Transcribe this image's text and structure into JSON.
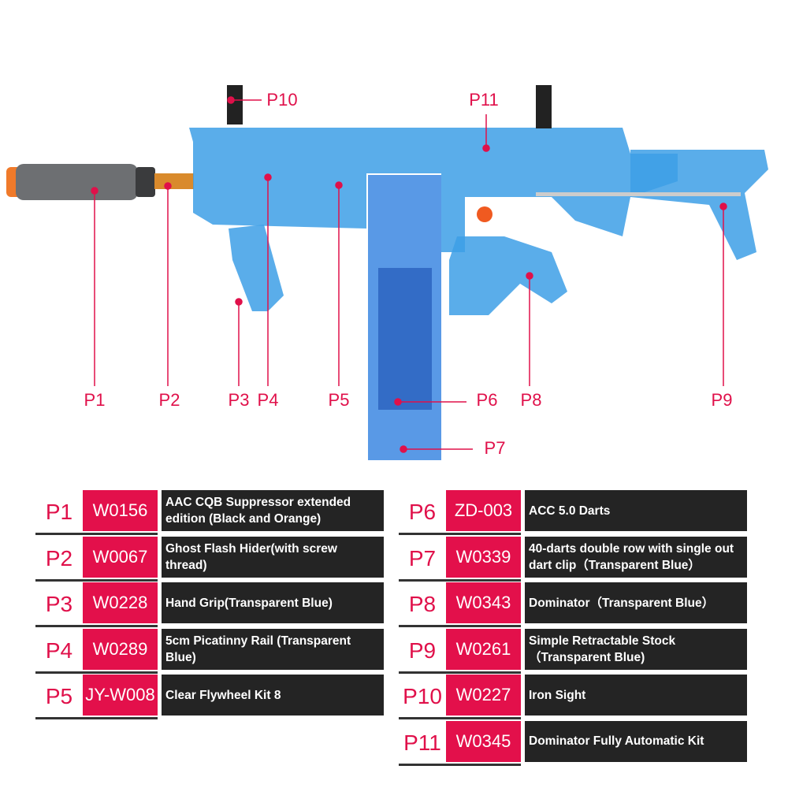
{
  "callouts": {
    "p1": "P1",
    "p2": "P2",
    "p3": "P3",
    "p4": "P4",
    "p5": "P5",
    "p6": "P6",
    "p7": "P7",
    "p8": "P8",
    "p9": "P9",
    "p10": "P10",
    "p11": "P11"
  },
  "colors": {
    "accent": "#e3104b",
    "dark": "#242424",
    "body": "#3d9fe6"
  },
  "parts": [
    {
      "p": "P1",
      "code": "W0156",
      "desc": "AAC CQB Suppressor extended edition (Black and Orange)"
    },
    {
      "p": "P2",
      "code": "W0067",
      "desc": "Ghost Flash Hider(with screw thread)"
    },
    {
      "p": "P3",
      "code": "W0228",
      "desc": "Hand Grip(Transparent Blue)"
    },
    {
      "p": "P4",
      "code": "W0289",
      "desc": "5cm Picatinny Rail (Transparent Blue)"
    },
    {
      "p": "P5",
      "code": "JY-W008",
      "desc": "Clear Flywheel Kit 8"
    },
    {
      "p": "P6",
      "code": "ZD-003",
      "desc": "ACC 5.0 Darts"
    },
    {
      "p": "P7",
      "code": "W0339",
      "desc": "40-darts double row with single out dart clip（Transparent Blue）"
    },
    {
      "p": "P8",
      "code": "W0343",
      "desc": "Dominator（Transparent Blue）"
    },
    {
      "p": "P9",
      "code": "W0261",
      "desc": "Simple Retractable Stock（Transparent Blue)"
    },
    {
      "p": "P10",
      "code": "W0227",
      "desc": "Iron Sight"
    },
    {
      "p": "P11",
      "code": "W0345",
      "desc": "Dominator Fully Automatic Kit"
    }
  ]
}
